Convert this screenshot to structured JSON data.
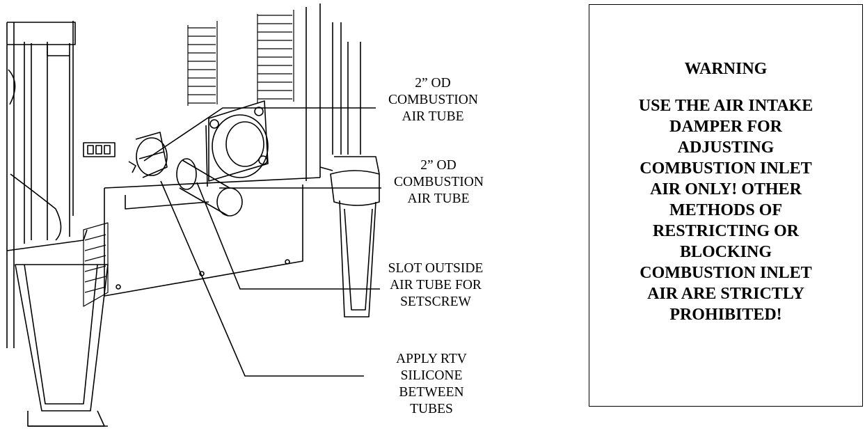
{
  "callouts": {
    "combustion_air_tube_1": [
      "2” OD",
      "COMBUSTION",
      "AIR TUBE"
    ],
    "combustion_air_tube_2": [
      "2” OD",
      "COMBUSTION",
      "AIR TUBE"
    ],
    "slot_outside_air_tube": [
      "SLOT OUTSIDE",
      "AIR TUBE FOR",
      "SETSCREW"
    ],
    "apply_rtv": [
      "APPLY RTV",
      "SILICONE",
      "BETWEEN",
      "TUBES"
    ]
  },
  "warning": {
    "title": "WARNING",
    "lines": [
      "USE THE AIR INTAKE",
      "DAMPER FOR",
      "ADJUSTING",
      "COMBUSTION INLET",
      "AIR ONLY! OTHER",
      "METHODS OF",
      "RESTRICTING OR",
      "BLOCKING",
      "COMBUSTION INLET",
      "AIR ARE STRICTLY",
      "PROHIBITED!"
    ]
  }
}
